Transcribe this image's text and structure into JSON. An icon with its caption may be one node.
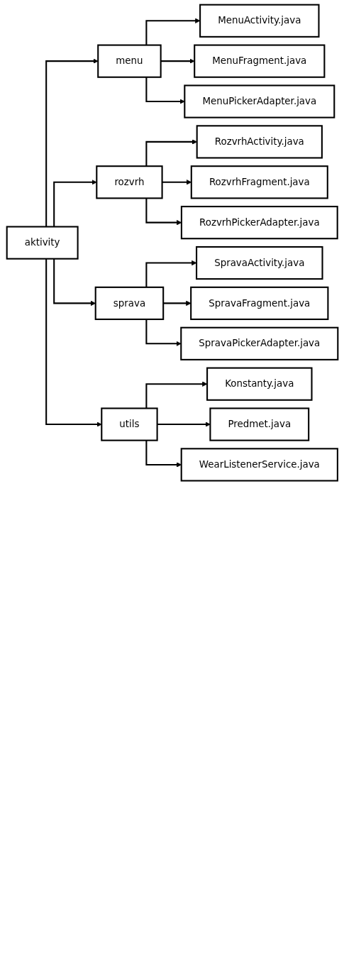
{
  "diagram": {
    "nodes": [
      {
        "text": [
          "aktivity"
        ]
      },
      {
        "text": [
          "menu"
        ]
      },
      {
        "text": [
          "MenuActivity.java"
        ]
      },
      {
        "text": [
          "MenuFragment.java"
        ]
      },
      {
        "text": [
          "MenuPickerAdapter.java"
        ]
      },
      {
        "text": [
          "rozvrh"
        ]
      },
      {
        "text": [
          "RozvrhActivity.java"
        ]
      },
      {
        "text": [
          "RozvrhFragment.java"
        ]
      },
      {
        "text": [
          "RozvrhPickerAdapter.java"
        ]
      },
      {
        "text": [
          "sprava"
        ]
      },
      {
        "text": [
          "SpravaActivity.java"
        ]
      },
      {
        "text": [
          "SpravaFragment.java"
        ]
      },
      {
        "text": [
          "SpravaPickerAdapter.java"
        ]
      },
      {
        "text": [
          "utils"
        ]
      },
      {
        "text": [
          "Konstanty.java"
        ]
      },
      {
        "text": [
          "Predmet.java"
        ]
      },
      {
        "text": [
          "WearListenerService.java"
        ]
      }
    ],
    "edges": [
      {
        "from": 0,
        "to": 1,
        "arrow": "to"
      },
      {
        "from": 1,
        "to": 2,
        "arrow": "to"
      },
      {
        "from": 1,
        "to": 3,
        "arrow": "to"
      },
      {
        "from": 1,
        "to": 4,
        "arrow": "to"
      },
      {
        "from": 0,
        "to": 5,
        "arrow": "to"
      },
      {
        "from": 5,
        "to": 6,
        "arrow": "to"
      },
      {
        "from": 5,
        "to": 7,
        "arrow": "to"
      },
      {
        "from": 5,
        "to": 8,
        "arrow": "to"
      },
      {
        "from": 0,
        "to": 9,
        "arrow": "to"
      },
      {
        "from": 9,
        "to": 10,
        "arrow": "to"
      },
      {
        "from": 9,
        "to": 11,
        "arrow": "to"
      },
      {
        "from": 9,
        "to": 12,
        "arrow": "to"
      },
      {
        "from": 0,
        "to": 13,
        "arrow": "to"
      },
      {
        "from": 13,
        "to": 14,
        "arrow": "to"
      },
      {
        "from": 13,
        "to": 15,
        "arrow": "to"
      },
      {
        "from": 13,
        "to": 16,
        "arrow": "to"
      }
    ]
  }
}
